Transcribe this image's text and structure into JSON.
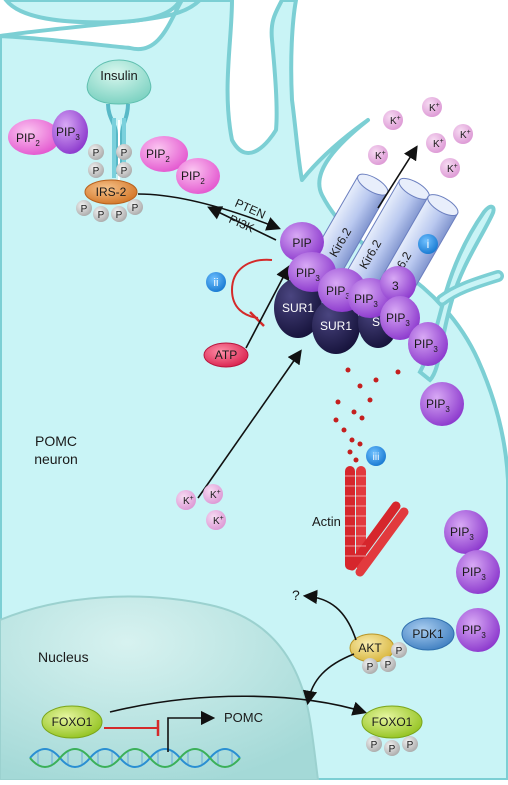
{
  "labels": {
    "insulin": "Insulin",
    "irs2": "IRS-2",
    "pten": "PTEN",
    "pi3k": "PI3K",
    "atp": "ATP",
    "pomc_neuron_line1": "POMC",
    "pomc_neuron_line2": "neuron",
    "actin": "Actin",
    "nucleus": "Nucleus",
    "foxo1_nuclear": "FOXO1",
    "foxo1_cyto": "FOXO1",
    "pomc_gene": "POMC",
    "akt": "AKT",
    "pdk1": "PDK1",
    "question": "?",
    "sur1": "SUR1",
    "kir62": "Kir6.2",
    "pip": "PIP",
    "pip2_base": "PIP",
    "pip2_sub": "2",
    "pip3_base": "PIP",
    "pip3_sub": "3",
    "phospho": "P",
    "k_base": "K",
    "k_sup": "+"
  },
  "markers": {
    "i": "i",
    "ii": "ii",
    "iii": "iii"
  },
  "colors": {
    "cytoplasm": "#c9f4f6",
    "membrane": "#7ccfd4",
    "nucleus": "#b4e3e2",
    "pip2": "#ef6fd8",
    "pip3": "#9a49d6",
    "channel": "#b9c8ef",
    "sur1": "#1e1a4a",
    "atp": "#e0305a",
    "irs2": "#df8a3a",
    "foxo1": "#a6cf2e",
    "akt": "#e2c24a",
    "pdk1": "#4f8fc9",
    "marker": "#1f8ee0",
    "actin": "#d6262c",
    "inhibit": "#d42a2a"
  }
}
